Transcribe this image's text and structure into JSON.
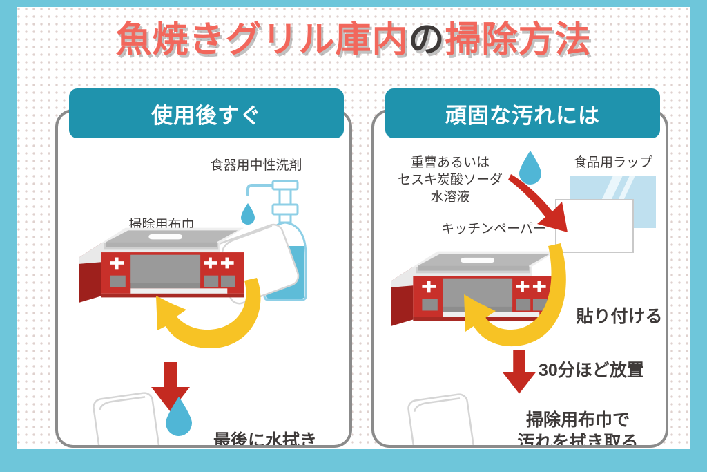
{
  "page": {
    "title_red_1": "魚焼きグリル庫内",
    "title_dark": "の",
    "title_red_2": "掃除方法",
    "full_title": "魚焼きグリル庫内の掃除方法"
  },
  "colors": {
    "border_frame": "#6ec6da",
    "header_teal": "#1f93ad",
    "title_red": "#f2675c",
    "title_dark": "#3e3a39",
    "arrow_yellow": "#f7c325",
    "arrow_red": "#cc2b20",
    "stove_red": "#c8302a",
    "stove_red_dark": "#9e201c",
    "stove_top_gray": "#b3b3b3",
    "water_blue": "#50b6d6",
    "wrap_blue": "#bfe0ef",
    "text_gray": "#3e3a39"
  },
  "panels": [
    {
      "id": "immediately-after-use",
      "header": "使用後すぐ",
      "labels": {
        "detergent": "食器用中性洗剤",
        "cloth": "掃除用布巾",
        "final_step": "最後に水拭き"
      },
      "icons": {
        "detergent_bottle": "pump-bottle-icon",
        "water_drop": "water-drop-icon",
        "cleaning_cloth": "cloth-icon",
        "stove": "fish-grill-stove-icon",
        "curved_arrow": "curved-yellow-arrow-icon",
        "down_arrow": "red-down-arrow-icon"
      }
    },
    {
      "id": "for-stubborn-stains",
      "header": "頑固な汚れには",
      "labels": {
        "solution_line1": "重曹あるいは",
        "solution_line2": "セスキ炭酸ソーダ",
        "solution_line3": "水溶液",
        "plastic_wrap": "食品用ラップ",
        "kitchen_paper": "キッチンペーパー",
        "step_attach": "貼り付ける",
        "step_wait": "30分ほど放置",
        "final_line1": "掃除用布巾で",
        "final_line2": "汚れを拭き取る"
      },
      "icons": {
        "water_drop": "water-drop-icon",
        "red_curved_arrow": "curved-red-arrow-icon",
        "plastic_wrap": "plastic-wrap-icon",
        "kitchen_paper": "kitchen-paper-icon",
        "stove": "fish-grill-stove-icon",
        "curved_arrow": "curved-yellow-arrow-icon",
        "down_arrow": "red-down-arrow-icon",
        "cleaning_cloth": "cloth-icon"
      }
    }
  ]
}
